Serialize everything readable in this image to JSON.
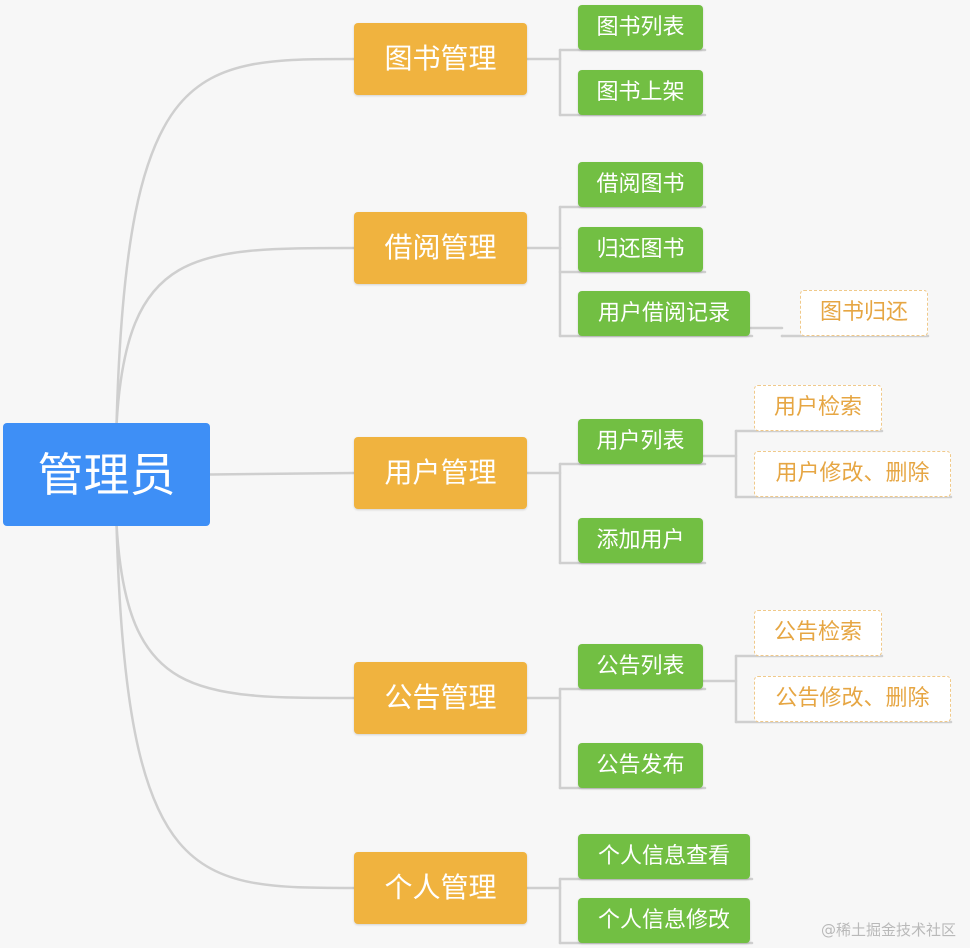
{
  "root": {
    "label": "管理员"
  },
  "categories": [
    {
      "label": "图书管理",
      "children": [
        {
          "label": "图书列表",
          "children": []
        },
        {
          "label": "图书上架",
          "children": []
        }
      ]
    },
    {
      "label": "借阅管理",
      "children": [
        {
          "label": "借阅图书",
          "children": []
        },
        {
          "label": "归还图书",
          "children": []
        },
        {
          "label": "用户借阅记录",
          "children": [
            {
              "label": "图书归还"
            }
          ]
        }
      ]
    },
    {
      "label": "用户管理",
      "children": [
        {
          "label": "用户列表",
          "children": [
            {
              "label": "用户检索"
            },
            {
              "label": "用户修改、删除"
            }
          ]
        },
        {
          "label": "添加用户",
          "children": []
        }
      ]
    },
    {
      "label": "公告管理",
      "children": [
        {
          "label": "公告列表",
          "children": [
            {
              "label": "公告检索"
            },
            {
              "label": "公告修改、删除"
            }
          ]
        },
        {
          "label": "公告发布",
          "children": []
        }
      ]
    },
    {
      "label": "个人管理",
      "children": [
        {
          "label": "个人信息查看",
          "children": []
        },
        {
          "label": "个人信息修改",
          "children": []
        }
      ]
    }
  ],
  "watermark": "@稀土掘金技术社区",
  "colors": {
    "root": "#3e8ff6",
    "category": "#f0b33f",
    "leaf": "#72bf43",
    "sub_text": "#e6a643",
    "connector": "#cfcfcf",
    "background": "#f7f7f7"
  }
}
